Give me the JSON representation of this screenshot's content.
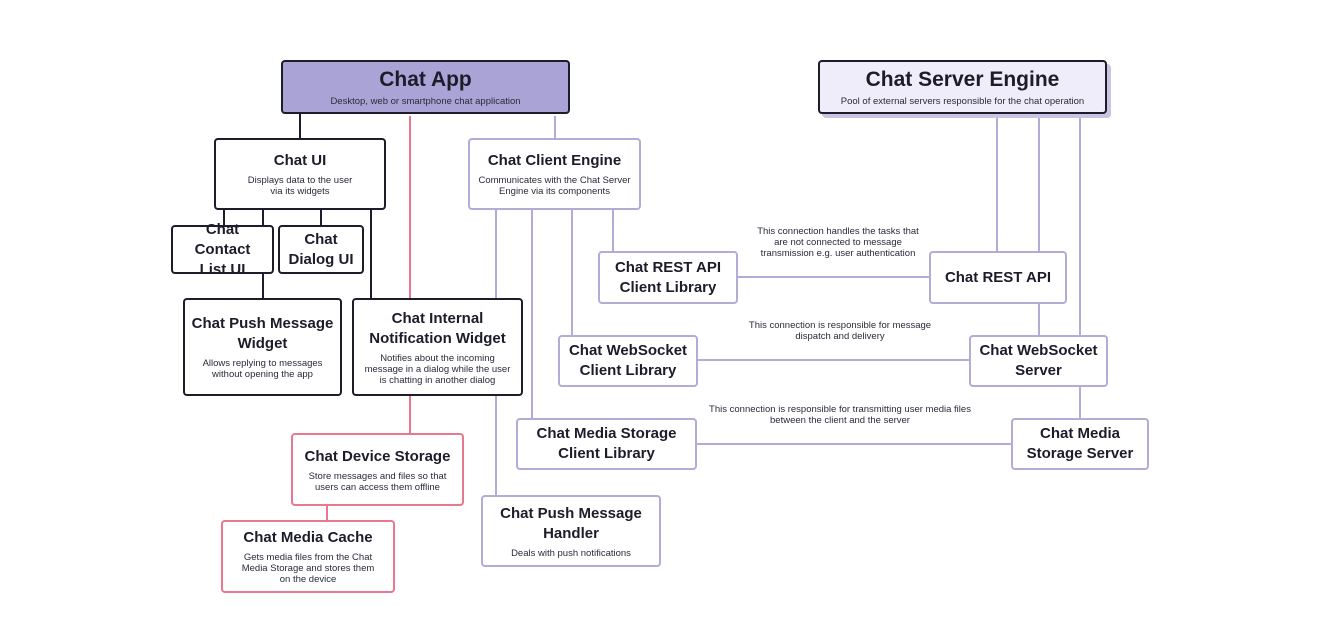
{
  "colors": {
    "dark": "#1c1c2a",
    "lavender": "#b4acd8",
    "pink": "#e8788e",
    "header_fill": "#aaa4d6",
    "server_fill": "#efedfa"
  },
  "nodes": {
    "chat_app": {
      "title": "Chat App",
      "desc": "Desktop, web or smartphone chat application"
    },
    "chat_server_engine": {
      "title": "Chat Server Engine",
      "desc": "Pool of external servers responsible for the chat operation"
    },
    "chat_ui": {
      "title": "Chat UI",
      "desc": "Displays data to the user\nvia its widgets"
    },
    "chat_contact_list_ui": {
      "title": "Chat Contact\nList UI"
    },
    "chat_dialog_ui": {
      "title": "Chat\nDialog UI"
    },
    "chat_push_message_widget": {
      "title": "Chat Push Message\nWidget",
      "desc": "Allows replying to messages\nwithout opening the app"
    },
    "chat_internal_notification_widget": {
      "title": "Chat Internal\nNotification Widget",
      "desc": "Notifies about the incoming\nmessage in a dialog while the user\nis chatting in another dialog"
    },
    "chat_device_storage": {
      "title": "Chat Device Storage",
      "desc": "Store messages and files so that\nusers can access them offline"
    },
    "chat_media_cache": {
      "title": "Chat Media Cache",
      "desc": "Gets media files from the Chat\nMedia Storage and stores them\non the device"
    },
    "chat_client_engine": {
      "title": "Chat Client Engine",
      "desc": "Communicates with the Chat Server\nEngine via its components"
    },
    "chat_rest_api_client_library": {
      "title": "Chat REST API\nClient Library"
    },
    "chat_websocket_client_library": {
      "title": "Chat WebSocket\nClient Library"
    },
    "chat_media_storage_client_library": {
      "title": "Chat Media Storage\nClient Library"
    },
    "chat_push_message_handler": {
      "title": "Chat Push Message\nHandler",
      "desc": "Deals with push notifications"
    },
    "chat_rest_api": {
      "title": "Chat REST API"
    },
    "chat_websocket_server": {
      "title": "Chat WebSocket\nServer"
    },
    "chat_media_storage_server": {
      "title": "Chat Media\nStorage Server"
    }
  },
  "notes": {
    "rest_connection": "This connection handles the tasks that\nare not connected to message\ntransmission e.g. user authentication",
    "websocket_connection": "This connection is responsible for message\ndispatch and delivery",
    "media_connection": "This connection is responsible for transmitting user media files\nbetween the client and the server"
  }
}
